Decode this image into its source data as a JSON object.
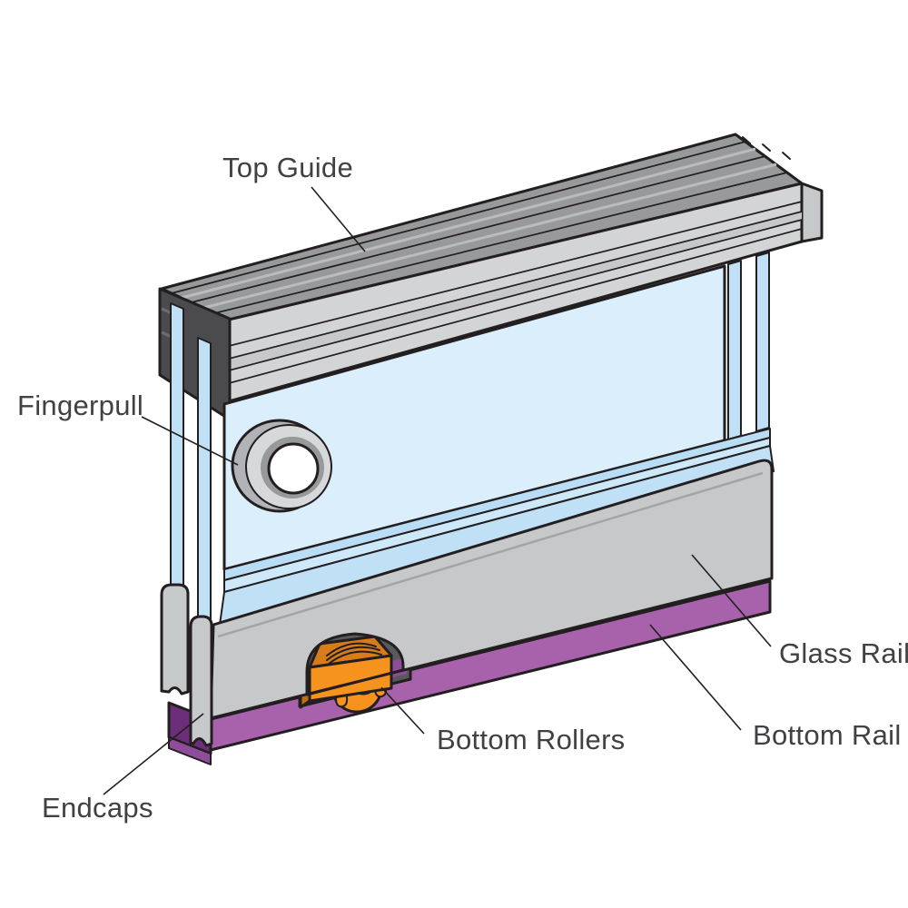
{
  "diagram": {
    "labels": {
      "top_guide": "Top Guide",
      "fingerpull": "Fingerpull",
      "glass_rail": "Glass Rail",
      "bottom_rail": "Bottom Rail",
      "bottom_rollers": "Bottom Rollers",
      "endcaps": "Endcaps"
    }
  },
  "colors": {
    "background": "#ffffff",
    "outline": "#231f20",
    "label_text": "#414042",
    "glass_face": "#dbeefb",
    "glass_edge": "#bfe0f5",
    "gasket_light": "#cde8f9",
    "gasket_mid": "#b9ddf4",
    "metal_light": "#d2d4d5",
    "metal_mid": "#c7c8ca",
    "metal_dark": "#97999b",
    "metal_deep": "#6d6e71",
    "end_face_dark": "#4b4b4d",
    "recess_dark": "#58595b",
    "track_purple": "#a862ac",
    "track_purple_mid": "#8e4d99",
    "track_purple_dark": "#6c2e79",
    "roller_orange": "#f6921e",
    "roller_orange_dark": "#d87c1a",
    "roller_orange_deep": "#b96f15"
  }
}
